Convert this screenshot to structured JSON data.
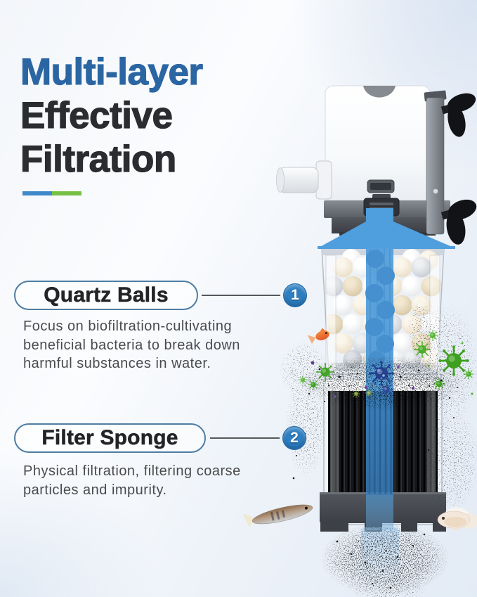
{
  "header": {
    "title_line1": "Multi-layer",
    "title_line2": "Effective",
    "title_line3": "Filtration"
  },
  "callouts": [
    {
      "number": "1",
      "label": "Quartz Balls",
      "desc_lines": [
        "Focus on biofiltration-cultivating",
        "beneficial bacteria to break down",
        "harmful substances in water."
      ]
    },
    {
      "number": "2",
      "label": "Filter Sponge",
      "desc_lines": [
        "Physical filtration, filtering coarse",
        "particles and impurity."
      ]
    }
  ],
  "colors": {
    "title_blue": "#2b66a3",
    "title_dark": "#2b2c2f",
    "accent_blue": "#3f88c9",
    "accent_green": "#76c043",
    "pill_border": "#4e7da4",
    "badge_blue": "#2e7fc2",
    "arrow_blue": "#4f9edd",
    "germ_green": "#42a424"
  }
}
